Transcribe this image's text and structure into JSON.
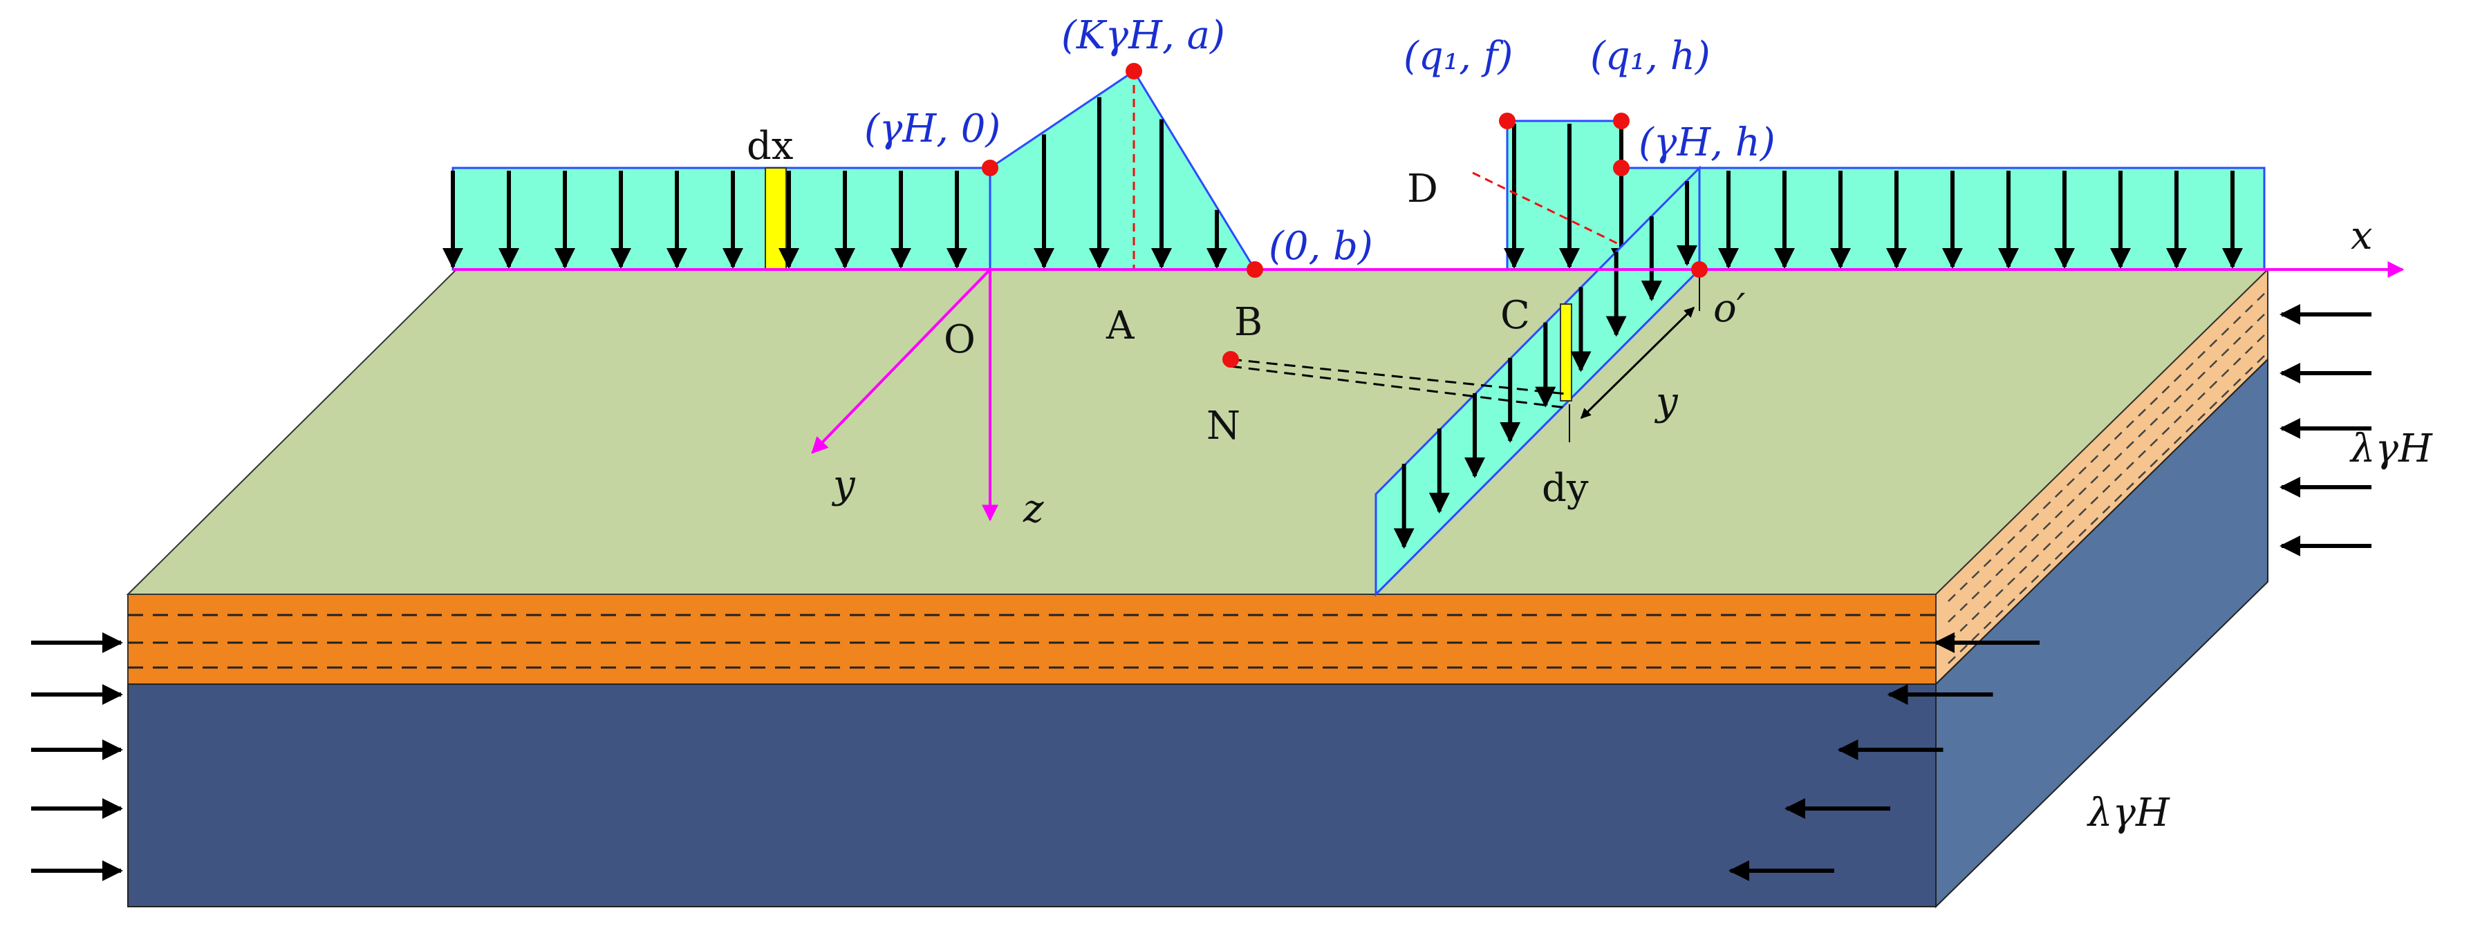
{
  "labels": {
    "dx": "dx",
    "coord_yH_0": "(γH, 0)",
    "coord_KyH_a": "(KγH, a)",
    "coord_0_b": "(0, b)",
    "coord_q1_f": "(q₁, f)",
    "coord_q1_h": "(q₁, h)",
    "coord_yH_h": "(γH, h)",
    "point_D": "D",
    "point_O": "O",
    "point_A": "A",
    "point_B": "B",
    "point_C": "C",
    "point_N": "N",
    "o_prime": "o′",
    "axis_x": "x",
    "axis_y": "y",
    "axis_z": "z",
    "dim_y": "y",
    "dy": "dy",
    "lateral_right": "λγH",
    "lateral_front": "λγH"
  },
  "colors": {
    "load_fill": "#7fffd9",
    "load_edge": "#2a4bff",
    "ground_top": "#c4d5a1",
    "front_dark": "#3f5481",
    "side_dark": "#55749f",
    "clay_front": "#f0841f",
    "clay_side": "#f6c48e",
    "axis": "#ff00ff",
    "marker": "#ee1111",
    "strip": "#ffff00",
    "label_blue": "#1a2fd0"
  }
}
